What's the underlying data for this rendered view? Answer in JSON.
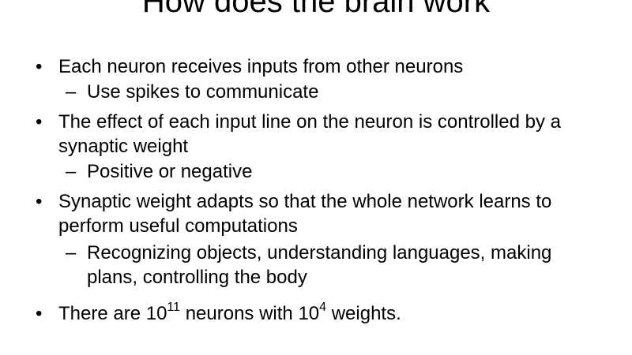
{
  "slide": {
    "title": "How does the brain work",
    "bullets": [
      {
        "text": "Each neuron receives inputs from other neurons",
        "sub": [
          "Use spikes to communicate"
        ]
      },
      {
        "text": "The effect of each input line on the neuron is controlled by a synaptic weight",
        "sub": [
          "Positive or negative"
        ]
      },
      {
        "text": "Synaptic weight adapts so that the whole network learns to perform useful computations",
        "sub": [
          "Recognizing objects, understanding languages, making plans, controlling the body"
        ]
      }
    ],
    "last_bullet": {
      "prefix": "There are 10",
      "exp1": "11",
      "middle": " neurons with 10",
      "exp2": "4",
      "suffix": " weights."
    },
    "bullet_symbol": "•",
    "dash_symbol": "–"
  }
}
